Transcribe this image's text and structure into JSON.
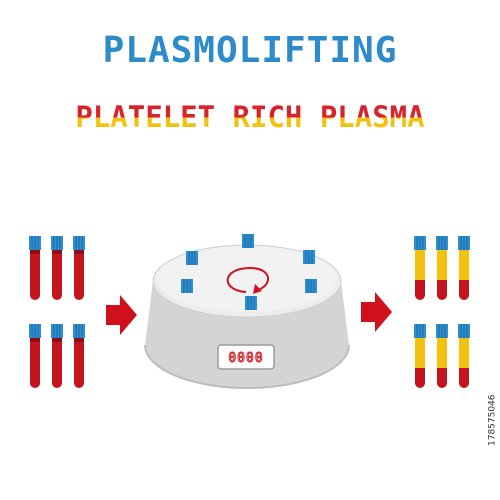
{
  "title": "PLASMOLIFTING",
  "subtitle": "PLATELET RICH PLASMA",
  "display_readout": "0000",
  "stock_id": "178575046",
  "colors": {
    "title_blue": "#2e8bc9",
    "blood_red": "#c4141d",
    "plasma_yellow": "#f3c20e",
    "cap_blue": "#2f8fd0",
    "arrow_red": "#d0101a",
    "centrifuge_gray": "#d4d4d4"
  },
  "icons": [
    "blood-tube-icon",
    "separated-tube-icon",
    "arrow-right-icon",
    "centrifuge-icon",
    "rotation-arrow-icon"
  ]
}
